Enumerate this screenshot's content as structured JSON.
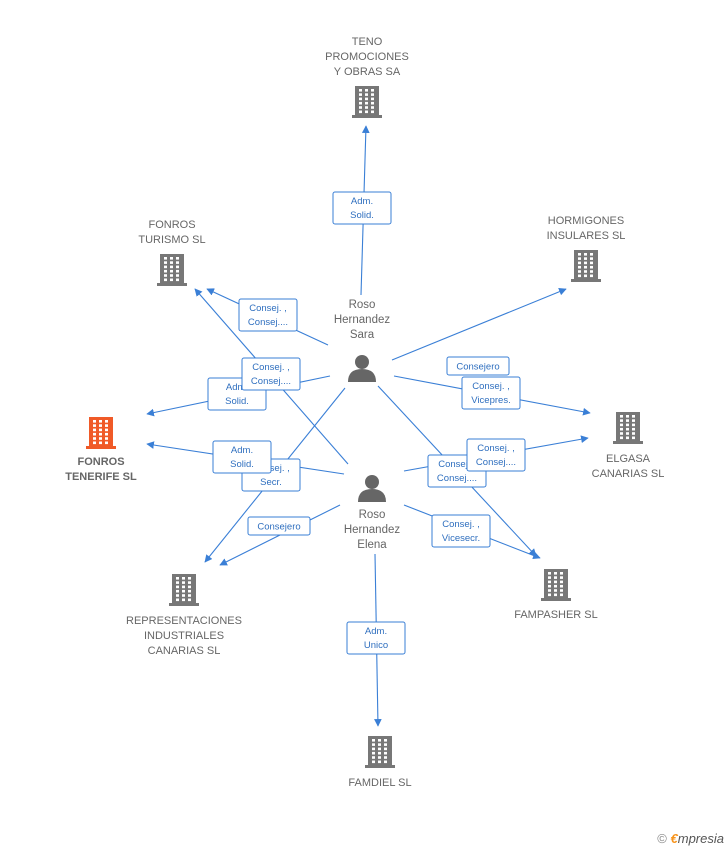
{
  "colors": {
    "edge": "#3a7fd6",
    "node_building": "#777777",
    "node_building_main": "#f05a28",
    "person": "#666666",
    "label": "#666666"
  },
  "companies": [
    {
      "id": "teno",
      "lines": [
        "TENO",
        "PROMOCIONES",
        "Y OBRAS SA"
      ],
      "highlight": false
    },
    {
      "id": "fonros-turismo",
      "lines": [
        "FONROS",
        "TURISMO SL"
      ],
      "highlight": false
    },
    {
      "id": "hormigones",
      "lines": [
        "HORMIGONES",
        "INSULARES SL"
      ],
      "highlight": false
    },
    {
      "id": "fonros-tenerife",
      "lines": [
        "FONROS",
        "TENERIFE  SL"
      ],
      "highlight": true
    },
    {
      "id": "elgasa",
      "lines": [
        "ELGASA",
        "CANARIAS SL"
      ],
      "highlight": false
    },
    {
      "id": "representaciones",
      "lines": [
        "REPRESENTACIONES",
        "INDUSTRIALES",
        "CANARIAS SL"
      ],
      "highlight": false
    },
    {
      "id": "fampasher",
      "lines": [
        "FAMPASHER SL"
      ],
      "highlight": false
    },
    {
      "id": "famdiel",
      "lines": [
        "FAMDIEL  SL"
      ],
      "highlight": false
    }
  ],
  "people": [
    {
      "id": "sara",
      "lines": [
        "Roso",
        "Hernandez",
        "Sara"
      ]
    },
    {
      "id": "elena",
      "lines": [
        "Roso",
        "Hernandez",
        "Elena"
      ]
    }
  ],
  "relations": [
    {
      "from": "sara",
      "to": "teno",
      "lines": [
        "Adm.",
        "Solid."
      ]
    },
    {
      "from": "sara",
      "to": "fonros-turismo",
      "lines": [
        "Consej. ,",
        "Consej...."
      ]
    },
    {
      "from": "sara",
      "to": "fonros-tenerife",
      "lines": [
        "Adm.",
        "Solid."
      ]
    },
    {
      "from": "sara",
      "to": "hormigones",
      "lines": [
        "Consejero"
      ]
    },
    {
      "from": "sara",
      "to": "elgasa",
      "lines": [
        "Consej. ,",
        "Vicepres."
      ]
    },
    {
      "from": "sara",
      "to": "representaciones",
      "lines": [
        "Consej. ,",
        "Secr."
      ]
    },
    {
      "from": "sara",
      "to": "fampasher",
      "lines": [
        "Consej. ,",
        "Consej...."
      ]
    },
    {
      "from": "elena",
      "to": "fonros-turismo",
      "lines": [
        "Consej. ,",
        "Consej...."
      ]
    },
    {
      "from": "elena",
      "to": "fonros-tenerife",
      "lines": [
        "Adm.",
        "Solid."
      ]
    },
    {
      "from": "elena",
      "to": "representaciones",
      "lines": [
        "Consejero"
      ]
    },
    {
      "from": "elena",
      "to": "elgasa",
      "lines": [
        "Consej. ,",
        "Consej...."
      ]
    },
    {
      "from": "elena",
      "to": "fampasher",
      "lines": [
        "Consej. ,",
        "Vicesecr."
      ]
    },
    {
      "from": "elena",
      "to": "famdiel",
      "lines": [
        "Adm.",
        "Unico"
      ]
    }
  ],
  "footer": {
    "copyright": "©",
    "brand_initial": "€",
    "brand_rest": "mpresia"
  }
}
